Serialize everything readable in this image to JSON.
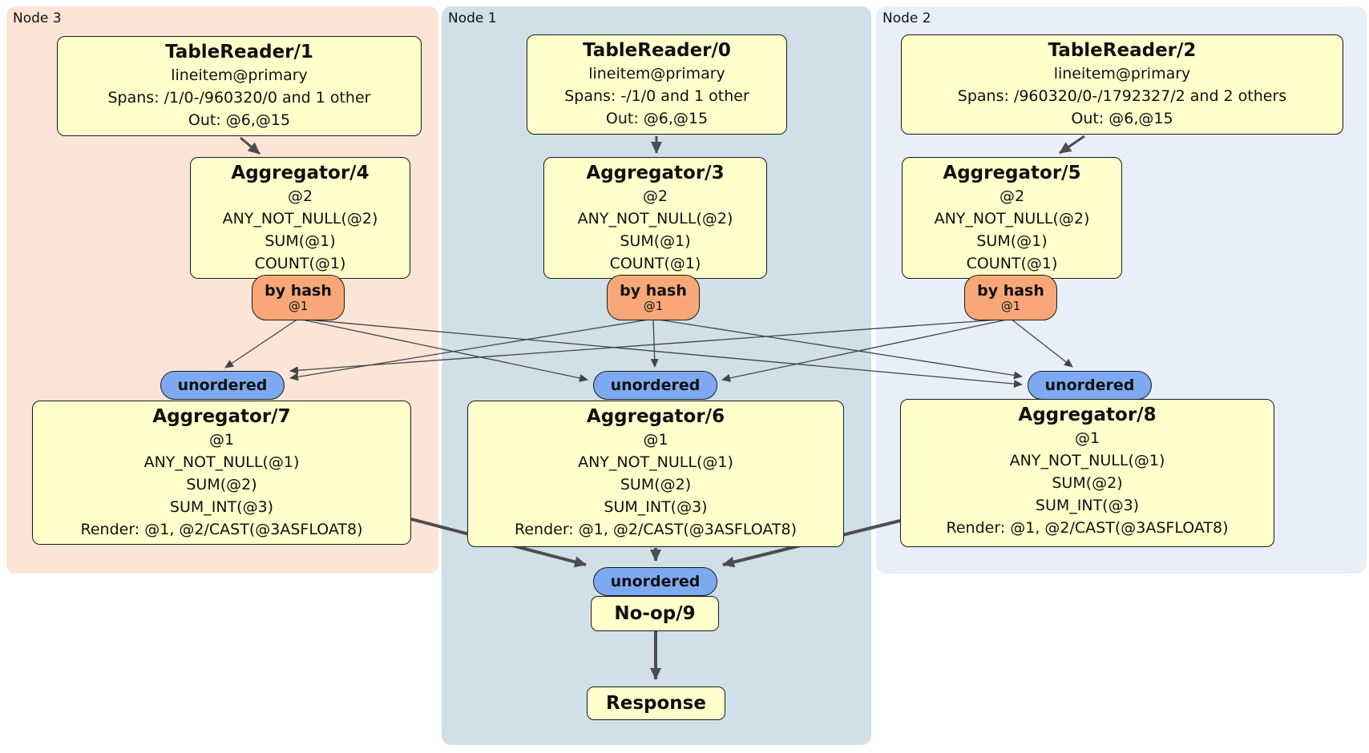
{
  "regions": {
    "node3": {
      "label": "Node 3"
    },
    "node1": {
      "label": "Node 1"
    },
    "node2": {
      "label": "Node 2"
    }
  },
  "nodes": {
    "tr1": {
      "title": "TableReader/1",
      "lines": [
        "lineitem@primary",
        "Spans: /1/0-/960320/0 and 1 other",
        "Out: @6,@15"
      ]
    },
    "tr0": {
      "title": "TableReader/0",
      "lines": [
        "lineitem@primary",
        "Spans: -/1/0 and 1 other",
        "Out: @6,@15"
      ]
    },
    "tr2": {
      "title": "TableReader/2",
      "lines": [
        "lineitem@primary",
        "Spans: /960320/0-/1792327/2 and 2 others",
        "Out: @6,@15"
      ]
    },
    "agg4": {
      "title": "Aggregator/4",
      "lines": [
        "@2",
        "ANY_NOT_NULL(@2)",
        "SUM(@1)",
        "COUNT(@1)"
      ]
    },
    "agg3": {
      "title": "Aggregator/3",
      "lines": [
        "@2",
        "ANY_NOT_NULL(@2)",
        "SUM(@1)",
        "COUNT(@1)"
      ]
    },
    "agg5": {
      "title": "Aggregator/5",
      "lines": [
        "@2",
        "ANY_NOT_NULL(@2)",
        "SUM(@1)",
        "COUNT(@1)"
      ]
    },
    "router4": {
      "title": "by hash",
      "sub": "@1"
    },
    "router3": {
      "title": "by hash",
      "sub": "@1"
    },
    "router5": {
      "title": "by hash",
      "sub": "@1"
    },
    "sync7": {
      "label": "unordered"
    },
    "sync6": {
      "label": "unordered"
    },
    "sync8": {
      "label": "unordered"
    },
    "agg7": {
      "title": "Aggregator/7",
      "lines": [
        "@1",
        "ANY_NOT_NULL(@1)",
        "SUM(@2)",
        "SUM_INT(@3)",
        "Render: @1, @2/CAST(@3ASFLOAT8)"
      ]
    },
    "agg6": {
      "title": "Aggregator/6",
      "lines": [
        "@1",
        "ANY_NOT_NULL(@1)",
        "SUM(@2)",
        "SUM_INT(@3)",
        "Render: @1, @2/CAST(@3ASFLOAT8)"
      ]
    },
    "agg8": {
      "title": "Aggregator/8",
      "lines": [
        "@1",
        "ANY_NOT_NULL(@1)",
        "SUM(@2)",
        "SUM_INT(@3)",
        "Render: @1, @2/CAST(@3ASFLOAT8)"
      ]
    },
    "sync9": {
      "label": "unordered"
    },
    "noop9": {
      "title": "No-op/9"
    },
    "response": {
      "title": "Response"
    }
  },
  "colors": {
    "node3_bg": "#fce4d6",
    "node1_bg": "#d0dfe8",
    "node2_bg": "#e9eff9",
    "processor_fill": "#ffffcc",
    "router_fill": "#f8a878",
    "sync_fill": "#7da9f0",
    "border": "#1a1a1a",
    "edge": "#444444"
  }
}
